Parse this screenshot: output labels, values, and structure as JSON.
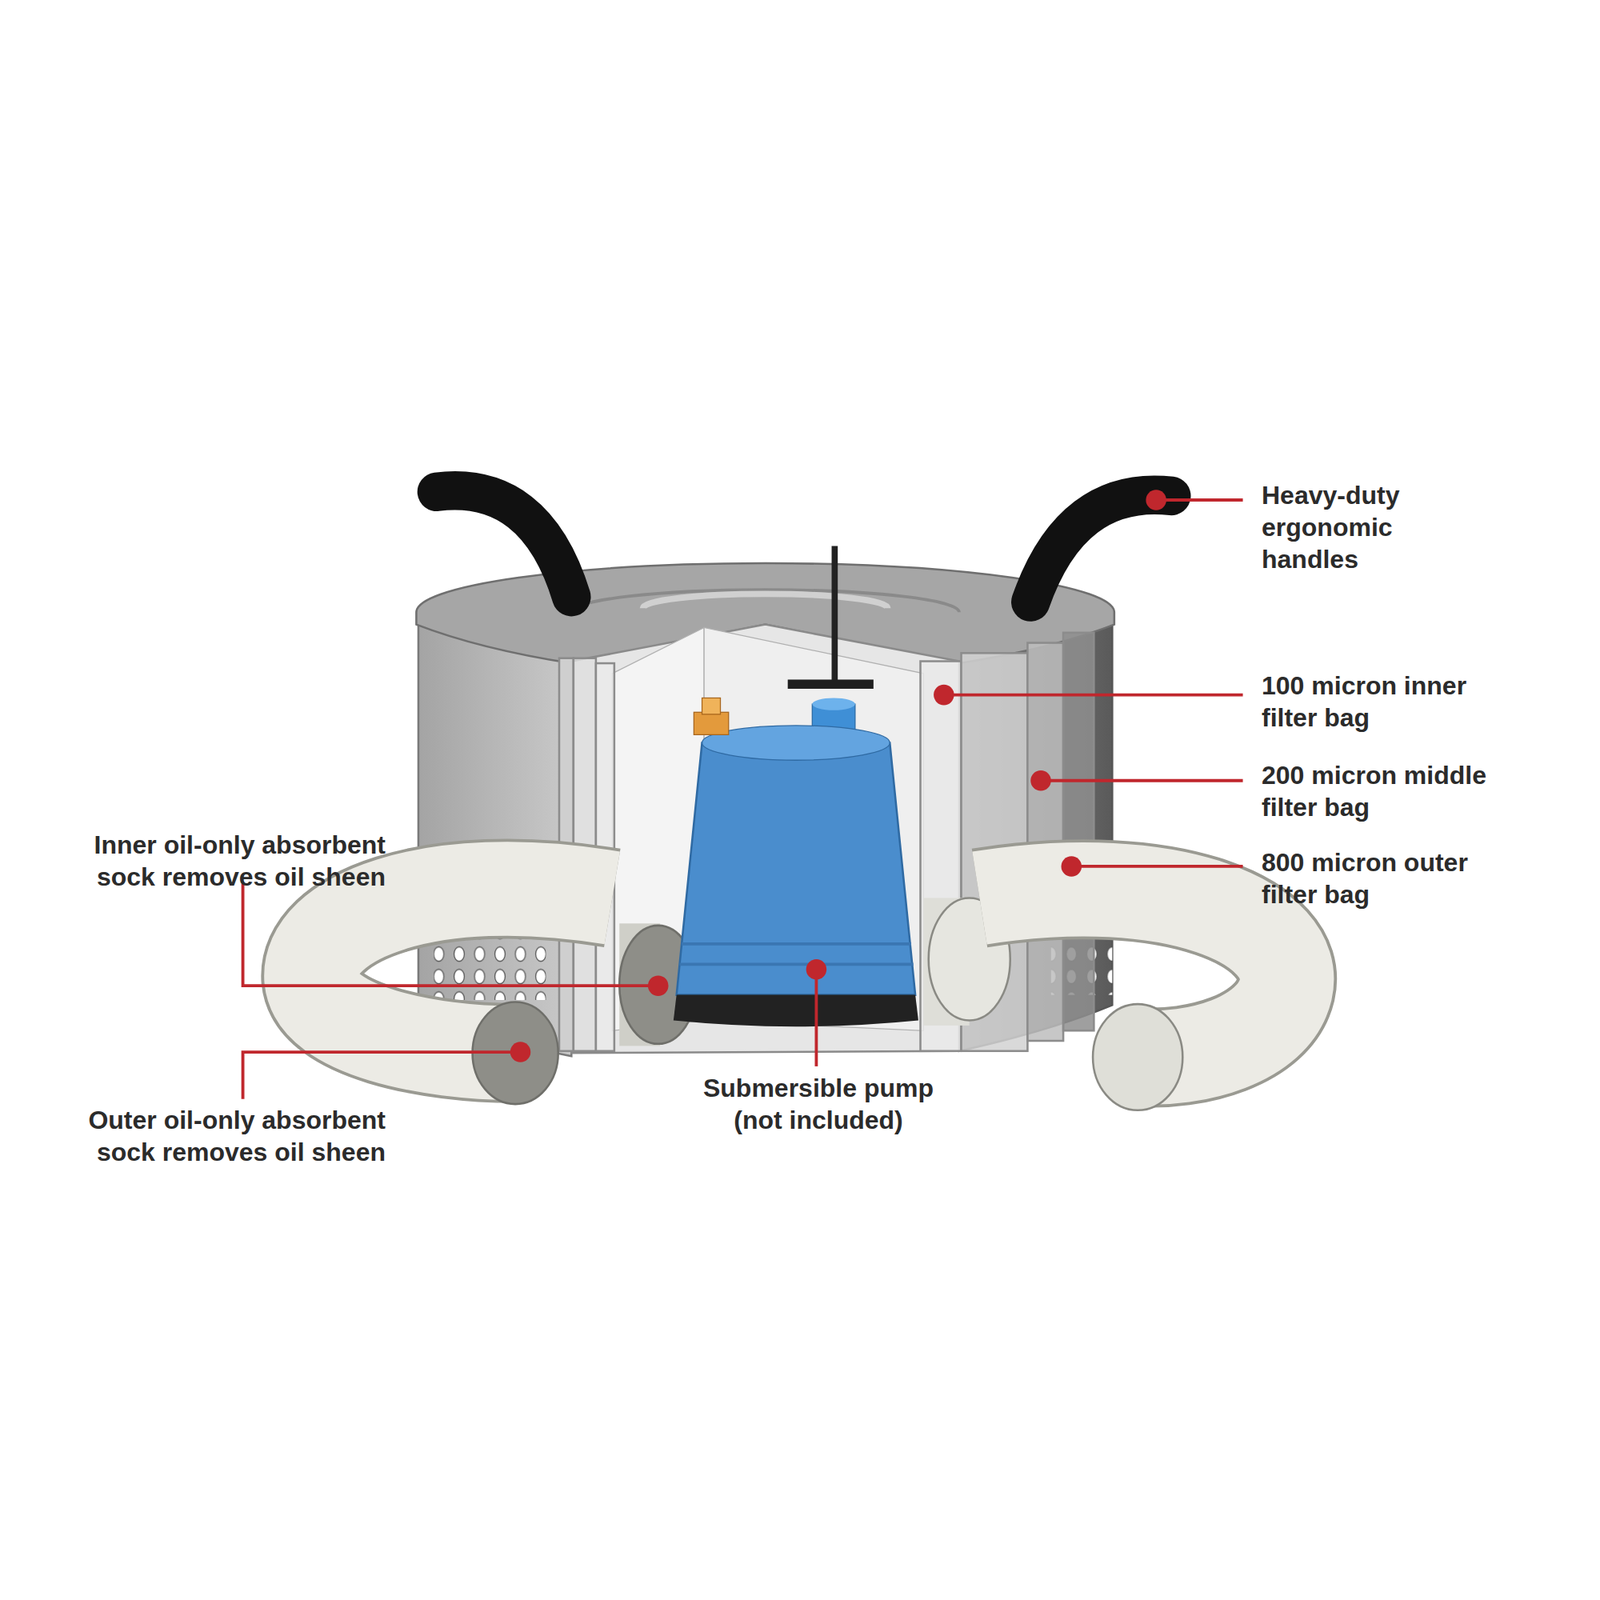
{
  "diagram": {
    "labels": [
      "Heavy-duty ergonomic handles",
      "100 micron inner filter bag",
      "200 micron middle filter bag",
      "Inner oil-only absorbent sock removes oil sheen",
      "800 micron outer filter bag",
      "Submersible pump (not included)",
      "Outer oil-only absorbent sock removes oil sheen"
    ]
  }
}
